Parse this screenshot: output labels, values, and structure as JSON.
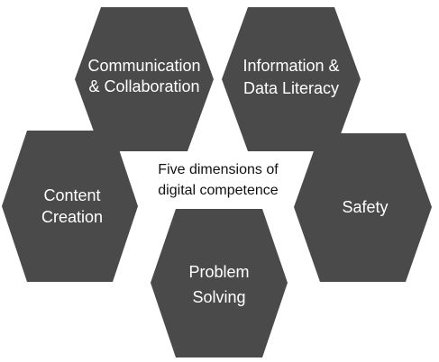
{
  "center": {
    "lines": [
      "Five dimensions of",
      "digital competence"
    ]
  },
  "dimensions": [
    {
      "id": "communication",
      "lines": [
        "Communication",
        "& Collaboration"
      ]
    },
    {
      "id": "information",
      "lines": [
        "Information &",
        "Data Literacy"
      ]
    },
    {
      "id": "content",
      "lines": [
        "Content",
        "Creation"
      ]
    },
    {
      "id": "safety",
      "lines": [
        "Safety"
      ]
    },
    {
      "id": "problem",
      "lines": [
        "Problem",
        "Solving"
      ]
    }
  ],
  "colors": {
    "hexagon_fill": "#4a4a4a",
    "hexagon_text": "#ffffff",
    "center_text": "#111111",
    "background": "#ffffff"
  }
}
